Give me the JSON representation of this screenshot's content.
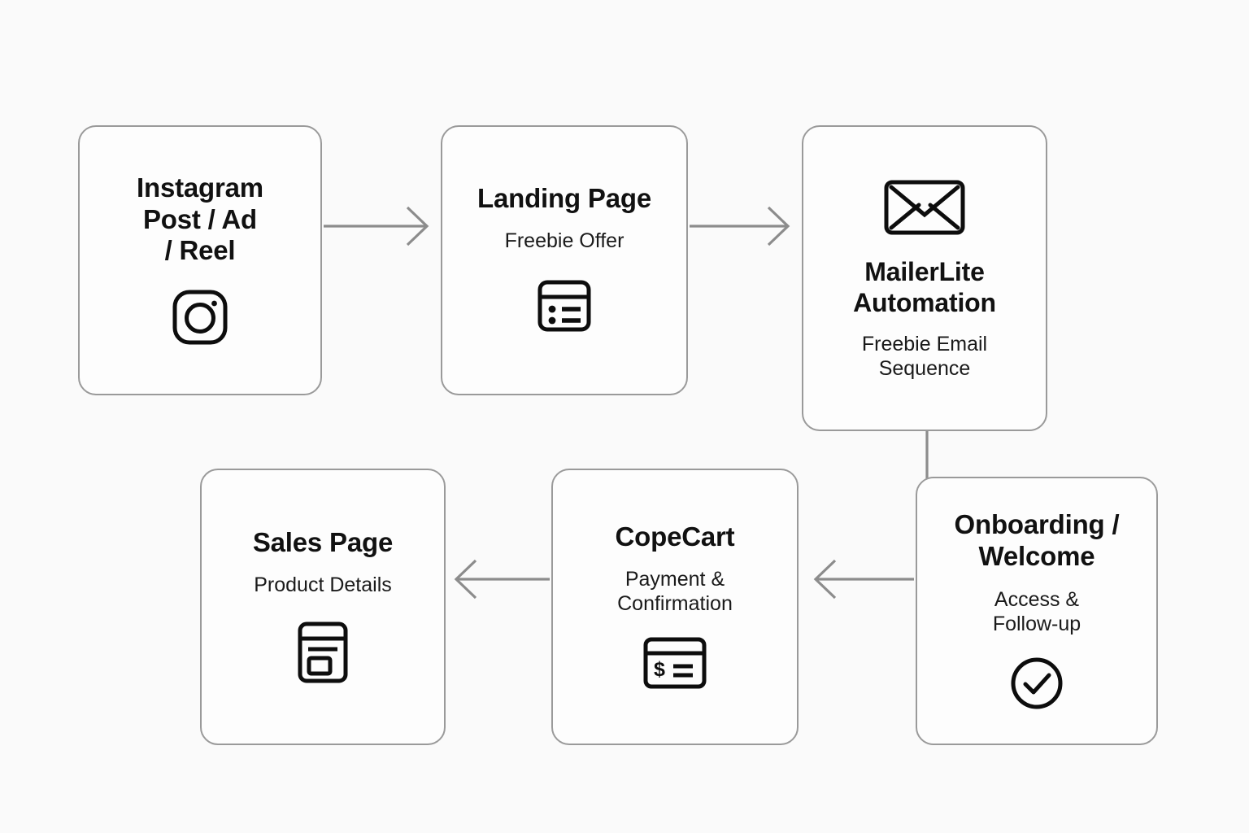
{
  "diagram": {
    "title": "Instagram to CopeCart Sales Funnel Flowchart",
    "background_color": "#fafafa",
    "box_border_color": "#9a9a9a",
    "connector_color": "#8c8c8c",
    "text_color": "#111111"
  },
  "nodes": [
    {
      "id": "instagram",
      "title": "Instagram\nPost / Ad\n/ Reel",
      "title_lines": [
        "Instagram",
        "Post / Ad",
        "/ Reel"
      ],
      "subtitle": "",
      "icon": "instagram-icon",
      "icon_position": "below"
    },
    {
      "id": "landing",
      "title": "Landing Page",
      "title_lines": [
        "Landing Page"
      ],
      "subtitle": "Freebie Offer",
      "subtitle_lines": [
        "Freebie Offer"
      ],
      "icon": "form-list-icon",
      "icon_position": "below"
    },
    {
      "id": "mailerlite",
      "title": "MailerLite Automation",
      "title_lines": [
        "MailerLite",
        "Automation"
      ],
      "subtitle": "Freebie Email Sequence",
      "subtitle_lines": [
        "Freebie Email",
        "Sequence"
      ],
      "icon": "envelope-icon",
      "icon_position": "above"
    },
    {
      "id": "onboarding",
      "title": "Onboarding / Welcome",
      "title_lines": [
        "Onboarding /",
        "Welcome"
      ],
      "subtitle": "Access & Follow-up",
      "subtitle_lines": [
        "Access &",
        "Follow-up"
      ],
      "icon": "check-circle-icon",
      "icon_position": "below"
    },
    {
      "id": "copecart",
      "title": "CopeCart",
      "title_lines": [
        "CopeCart"
      ],
      "subtitle": "Payment & Confirmation",
      "subtitle_lines": [
        "Payment &",
        "Confirmation"
      ],
      "icon": "credit-card-icon",
      "icon_position": "below"
    },
    {
      "id": "salespage",
      "title": "Sales Page",
      "title_lines": [
        "Sales Page"
      ],
      "subtitle": "Product Details",
      "subtitle_lines": [
        "Product Details"
      ],
      "icon": "browser-window-icon",
      "icon_position": "below"
    }
  ],
  "connectors": [
    {
      "id": "instagram-to-landing",
      "from": "instagram",
      "to": "landing",
      "direction": "right",
      "arrowhead": true
    },
    {
      "id": "landing-to-mailerlite",
      "from": "landing",
      "to": "mailerlite",
      "direction": "right",
      "arrowhead": true
    },
    {
      "id": "mailerlite-to-onboarding",
      "from": "mailerlite",
      "to": "onboarding",
      "direction": "down",
      "arrowhead": false
    },
    {
      "id": "onboarding-to-copecart",
      "from": "onboarding",
      "to": "copecart",
      "direction": "left",
      "arrowhead": true
    },
    {
      "id": "copecart-to-salespage",
      "from": "copecart",
      "to": "salespage",
      "direction": "left",
      "arrowhead": true
    }
  ]
}
